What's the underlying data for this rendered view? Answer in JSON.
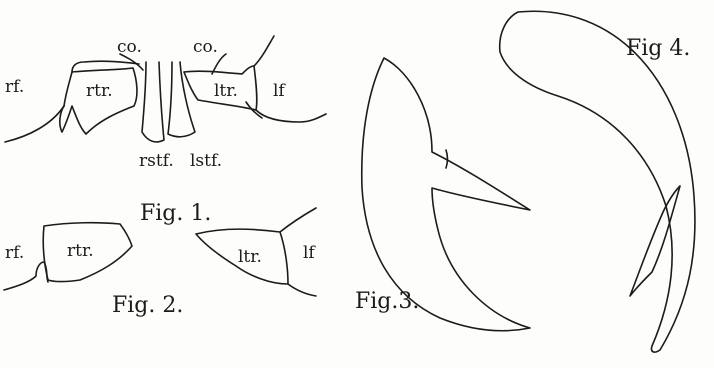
{
  "plate": {
    "fig1": {
      "caption": "Fig. 1.",
      "labels": {
        "rf": "rf.",
        "rtr": "rtr.",
        "co_left": "co.",
        "co_right": "co.",
        "ltr": "ltr.",
        "lf": "lf",
        "rstf": "rstf.",
        "lstf": "lstf."
      }
    },
    "fig2": {
      "caption": "Fig. 2.",
      "labels": {
        "rf": "rf.",
        "rtr": "rtr.",
        "ltr": "ltr.",
        "lf": "lf"
      }
    },
    "fig3": {
      "caption": "Fig.3."
    },
    "fig4": {
      "caption": "Fig 4."
    }
  }
}
